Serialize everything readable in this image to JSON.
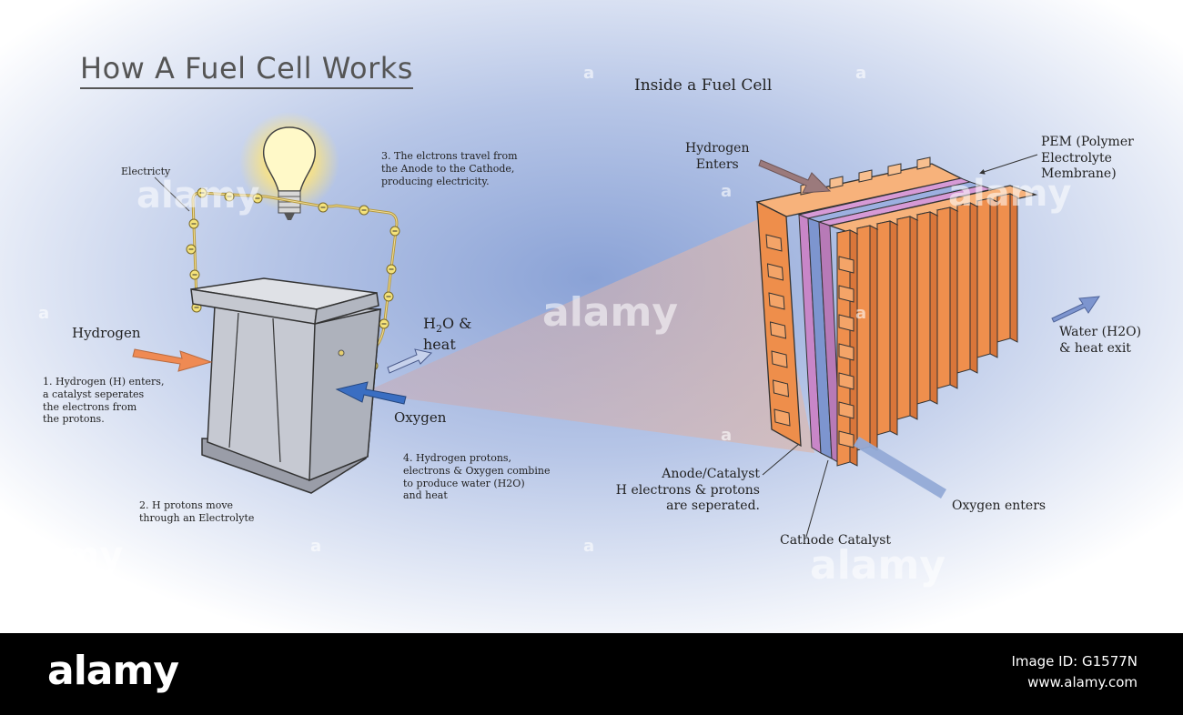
{
  "title": "How A Fuel Cell Works",
  "subtitle": "Inside a Fuel Cell",
  "left_labels": {
    "electricity": "Electricty",
    "step3": "3. The elctrons travel from\nthe Anode to the Cathode,\nproducing electricity.",
    "hydrogen": "Hydrogen",
    "step1": "1. Hydrogen (H) enters,\na catalyst seperates\nthe electrons from\nthe protons.",
    "water_heat_top": "H",
    "water_heat_sub": "2",
    "water_heat_rest": "O &",
    "heat": "heat",
    "oxygen": "Oxygen",
    "step4": "4. Hydrogen protons,\nelectrons & Oxygen combine\nto produce water (H2O)\nand heat",
    "step2": "2. H protons move\nthrough an Electrolyte"
  },
  "right_labels": {
    "hydrogen_enters": "Hydrogen\nEnters",
    "pem": "PEM (Polymer\nElectrolyte\nMembrane)",
    "water_exit": "Water (H2O)\n& heat exit",
    "anode": "Anode/Catalyst\nH electrons & protons\nare seperated.",
    "oxygen_enters": "Oxygen enters",
    "cathode": "Cathode Catalyst"
  },
  "watermark": {
    "brand": "alamy",
    "small": "a"
  },
  "footer": {
    "logo": "alamy",
    "image_id": "Image ID: G1577N",
    "site": "www.alamy.com"
  },
  "colors": {
    "orange": "#f0914e",
    "pem_blue": "#7d95cf",
    "catalyst_purple": "#c886c8",
    "hydrogen_arrow": "#ef8a53",
    "oxygen_arrow": "#3a6ec2",
    "body_grey": "#b9bcc6"
  }
}
